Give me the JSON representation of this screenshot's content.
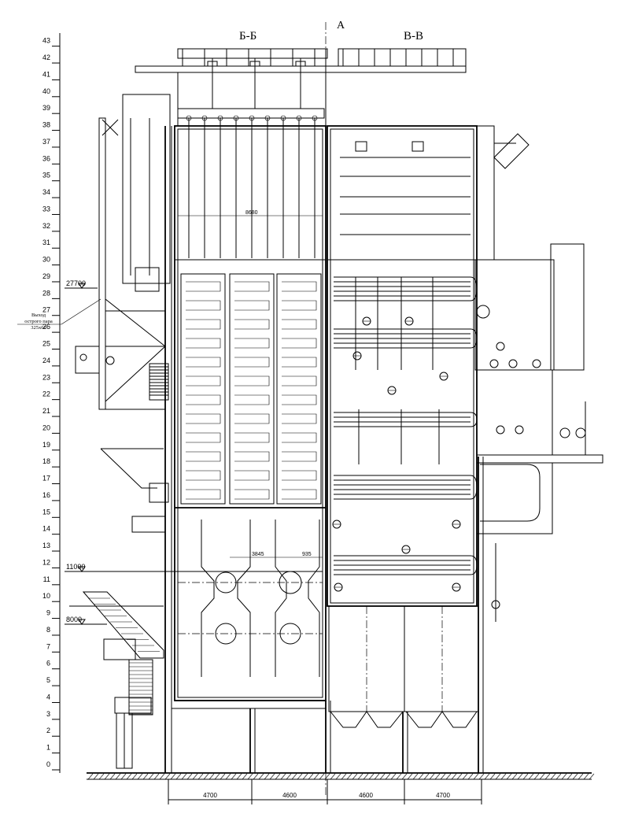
{
  "sections": {
    "left": "Б-Б",
    "right": "В-В",
    "axis_marker": "А"
  },
  "elevation_scale": [
    "0",
    "1",
    "2",
    "3",
    "4",
    "5",
    "6",
    "7",
    "8",
    "9",
    "10",
    "11",
    "12",
    "13",
    "14",
    "15",
    "16",
    "17",
    "18",
    "19",
    "20",
    "21",
    "22",
    "23",
    "24",
    "25",
    "26",
    "27",
    "28",
    "29",
    "30",
    "31",
    "32",
    "33",
    "34",
    "35",
    "36",
    "37",
    "38",
    "39",
    "40",
    "41",
    "42",
    "43"
  ],
  "elevation_marks": [
    {
      "label": "27700"
    },
    {
      "label": "11000"
    },
    {
      "label": "8000"
    }
  ],
  "callout": {
    "lines": [
      "Выход",
      "острого пара",
      "325х60"
    ]
  },
  "inner_dims": {
    "furnace_width": "8680",
    "lower_width": "3845",
    "small": "935"
  },
  "bottom_dims": [
    "4700",
    "4600",
    "4600",
    "4700"
  ]
}
